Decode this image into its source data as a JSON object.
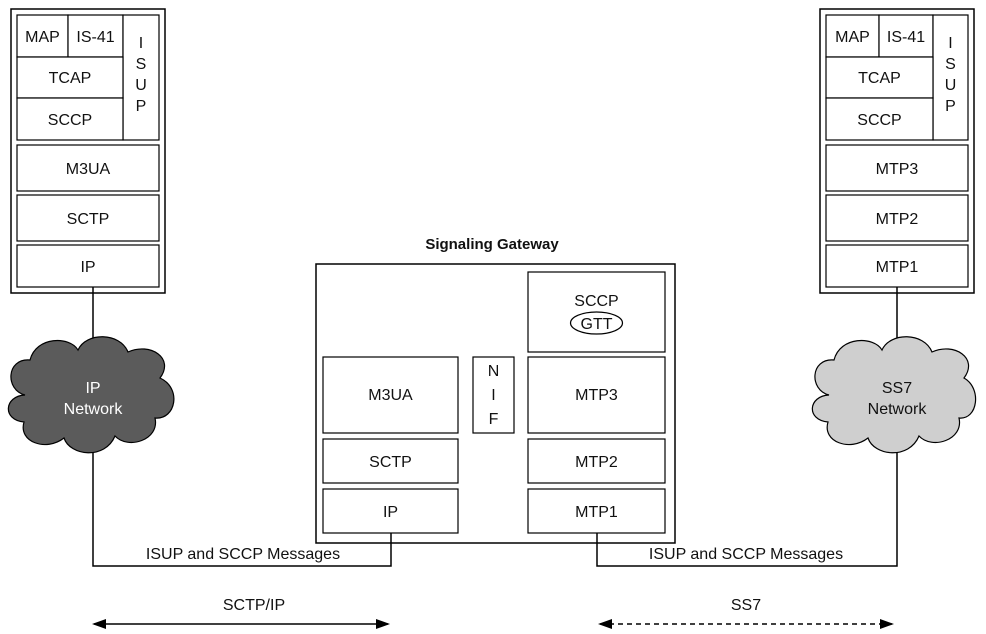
{
  "left_stack": {
    "map": "MAP",
    "is41": "IS-41",
    "isup": [
      "I",
      "S",
      "U",
      "P"
    ],
    "tcap": "TCAP",
    "sccp": "SCCP",
    "m3ua": "M3UA",
    "sctp": "SCTP",
    "ip": "IP"
  },
  "right_stack": {
    "map": "MAP",
    "is41": "IS-41",
    "isup": [
      "I",
      "S",
      "U",
      "P"
    ],
    "tcap": "TCAP",
    "sccp": "SCCP",
    "mtp3": "MTP3",
    "mtp2": "MTP2",
    "mtp1": "MTP1"
  },
  "gateway": {
    "title": "Signaling Gateway",
    "sccp": "SCCP",
    "gtt": "GTT",
    "m3ua": "M3UA",
    "nif": [
      "N",
      "I",
      "F"
    ],
    "mtp3": "MTP3",
    "sctp": "SCTP",
    "mtp2": "MTP2",
    "ip": "IP",
    "mtp1": "MTP1"
  },
  "clouds": {
    "ip": {
      "line1": "IP",
      "line2": "Network",
      "fill": "#5b5b5b",
      "text_color": "#ffffff"
    },
    "ss7": {
      "line1": "SS7",
      "line2": "Network",
      "fill": "#cfcfcf",
      "text_color": "#111111"
    }
  },
  "links": {
    "left_messages": "ISUP and SCCP Messages",
    "right_messages": "ISUP and SCCP Messages"
  },
  "arrows": {
    "left": {
      "label": "SCTP/IP",
      "style": "solid"
    },
    "right": {
      "label": "SS7",
      "style": "dashed"
    }
  }
}
